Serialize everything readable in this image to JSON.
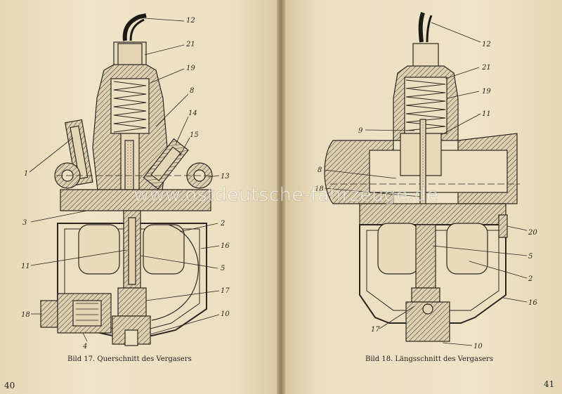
{
  "left_page": {
    "caption": "Bild 17.  Querschnitt des Vergasers",
    "page_number": "40",
    "labels": [
      "12",
      "21",
      "19",
      "8",
      "14",
      "15",
      "1",
      "13",
      "3",
      "2",
      "16",
      "11",
      "5",
      "17",
      "10",
      "18",
      "4"
    ]
  },
  "right_page": {
    "caption": "Bild 18.  Längsschnitt des Vergasers",
    "page_number": "41",
    "labels": [
      "12",
      "21",
      "19",
      "11",
      "9",
      "8",
      "18",
      "20",
      "5",
      "2",
      "16",
      "17",
      "10"
    ]
  },
  "watermark": "www.ostdeutsche-fahrzeuge.de",
  "colors": {
    "paper": "#ece0c2",
    "ink": "#2b2620"
  }
}
